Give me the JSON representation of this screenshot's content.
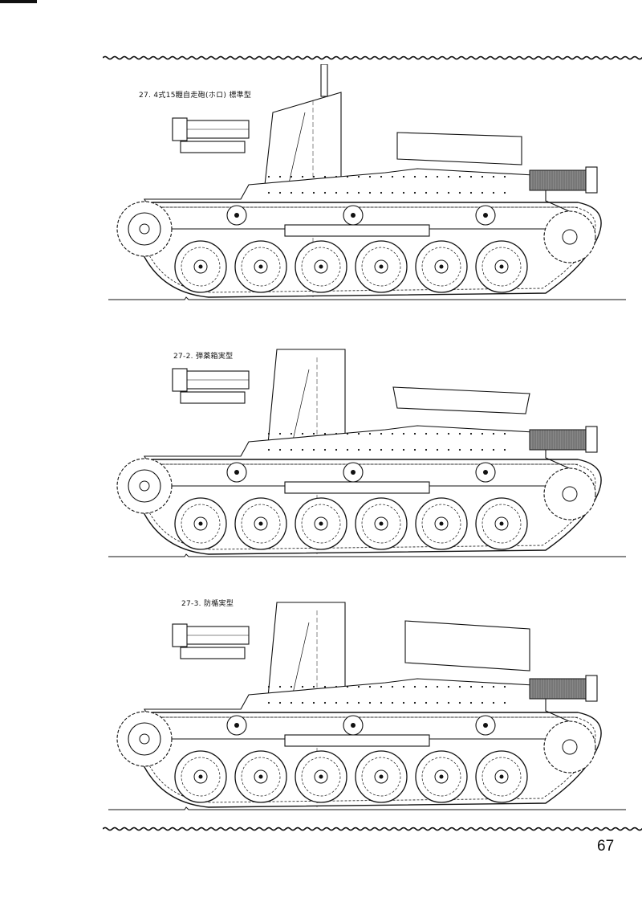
{
  "page": {
    "page_number": "67"
  },
  "figures": [
    {
      "caption": "27.  4式15糎自走砲(ホロ) 標準型",
      "variant": "standard"
    },
    {
      "caption": "27-2.  弾薬箱実型",
      "variant": "ammo-box"
    },
    {
      "caption": "27-3.  防楯実型",
      "variant": "shield"
    }
  ]
}
